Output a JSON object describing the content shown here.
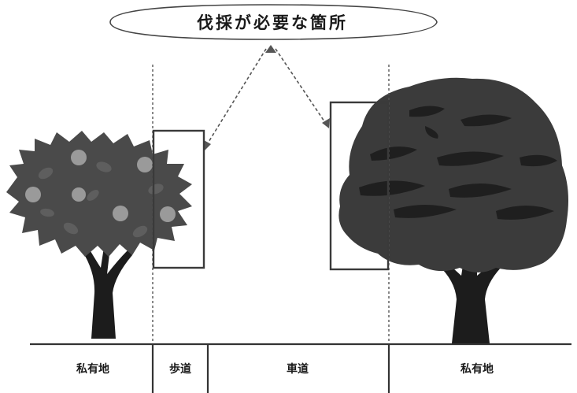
{
  "callout": {
    "label": "伐採が必要な箇所"
  },
  "zones": {
    "private_left": "私有地",
    "sidewalk": "歩道",
    "roadway": "車道",
    "private_right": "私有地"
  },
  "colors": {
    "tree_foliage_left": "#4a4a4a",
    "tree_foliage_right": "#3b3b3b",
    "foliage_dark_patch": "#1f1f1f",
    "flower": "#9a9a9a",
    "trunk": "#1c1c1c",
    "lines": "#333333",
    "box_outline": "#3a3a3a"
  }
}
